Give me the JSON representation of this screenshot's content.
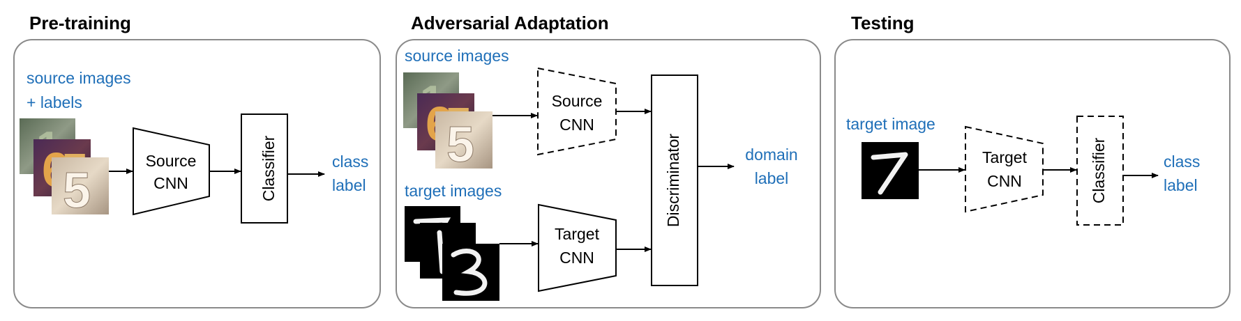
{
  "panels": {
    "pretraining": {
      "title": "Pre-training",
      "input_label_line1": "source images",
      "input_label_line2": "+ labels",
      "encoder_line1": "Source",
      "encoder_line2": "CNN",
      "classifier": "Classifier",
      "output_line1": "class",
      "output_line2": "label"
    },
    "adaptation": {
      "title": "Adversarial Adaptation",
      "source_label": "source images",
      "source_encoder_line1": "Source",
      "source_encoder_line2": "CNN",
      "target_label": "target images",
      "target_encoder_line1": "Target",
      "target_encoder_line2": "CNN",
      "discriminator": "Discriminator",
      "output_line1": "domain",
      "output_line2": "label"
    },
    "testing": {
      "title": "Testing",
      "input_label": "target image",
      "encoder_line1": "Target",
      "encoder_line2": "CNN",
      "classifier": "Classifier",
      "output_line1": "class",
      "output_line2": "label"
    }
  },
  "colors": {
    "label_blue": "#1f6fb8",
    "panel_border": "#8a8a8a",
    "line": "#000000"
  },
  "icons": {
    "source_images": "svhn-digit-thumbnails",
    "target_images": "mnist-digit-thumbnails"
  }
}
